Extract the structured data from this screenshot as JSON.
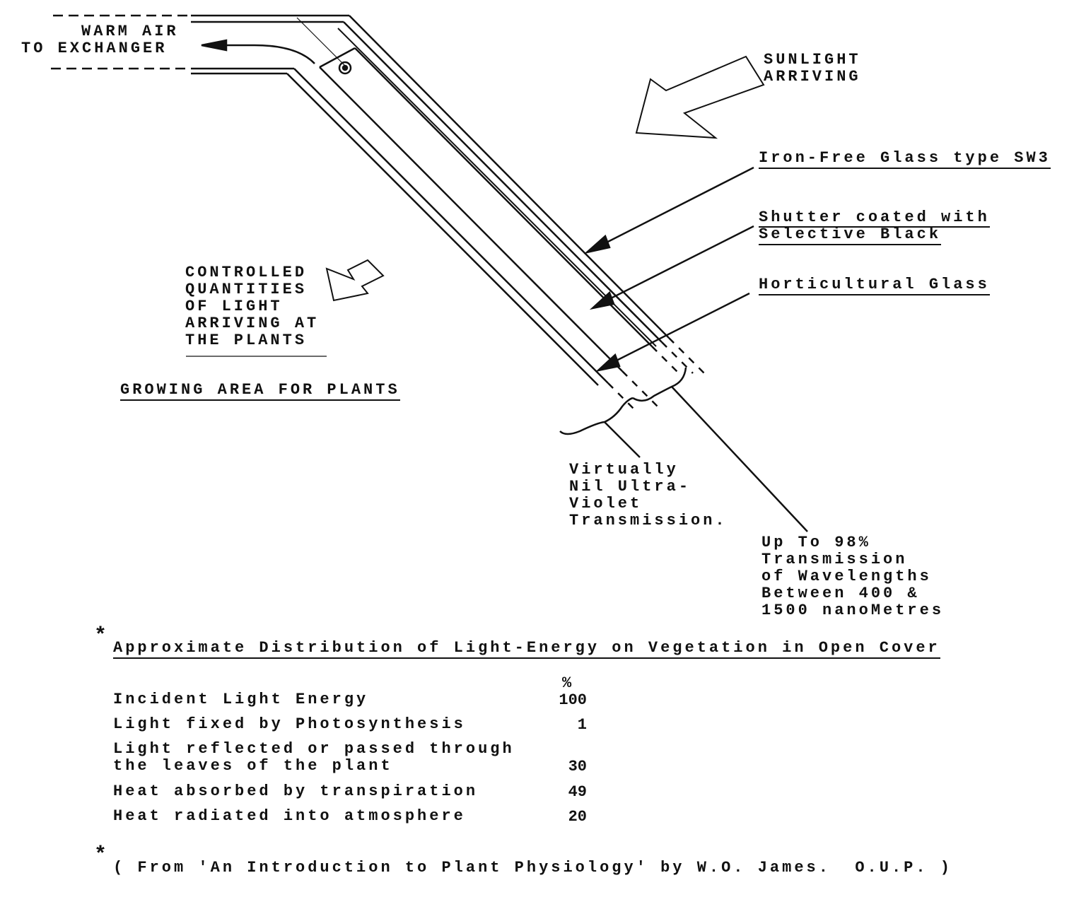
{
  "labels": {
    "warm_air": [
      "WARM AIR",
      "TO EXCHANGER"
    ],
    "sunlight": [
      "SUNLIGHT",
      "ARRIVING"
    ],
    "iron_free_glass": "Iron-Free Glass type SW3",
    "shutter": [
      "Shutter coated with",
      "Selective Black"
    ],
    "horticultural_glass": "Horticultural Glass",
    "controlled": [
      "CONTROLLED",
      "QUANTITIES",
      "OF LIGHT",
      "ARRIVING AT",
      "THE PLANTS"
    ],
    "growing_area": "GROWING AREA FOR PLANTS",
    "uv": [
      "Virtually",
      "Nil Ultra-",
      "Violet",
      "Transmission."
    ],
    "transmission": [
      "Up To 98%",
      "Transmission",
      "of Wavelengths",
      "Between 400 &",
      "1500 nanoMetres"
    ]
  },
  "table": {
    "title": "Approximate Distribution of Light-Energy on Vegetation in Open Cover",
    "asterisk": "*",
    "unit": "%",
    "rows": [
      {
        "label": "Incident Light Energy",
        "value": "100"
      },
      {
        "label": "Light fixed by Photosynthesis",
        "value": "1"
      },
      {
        "label": "Light reflected or passed through\nthe leaves of the plant",
        "value": "30"
      },
      {
        "label": "Heat absorbed by transpiration",
        "value": "49"
      },
      {
        "label": "Heat radiated into atmosphere",
        "value": "20"
      }
    ]
  },
  "footnote": "( From 'An Introduction to Plant Physiology' by W.O. James.  O.U.P. )"
}
